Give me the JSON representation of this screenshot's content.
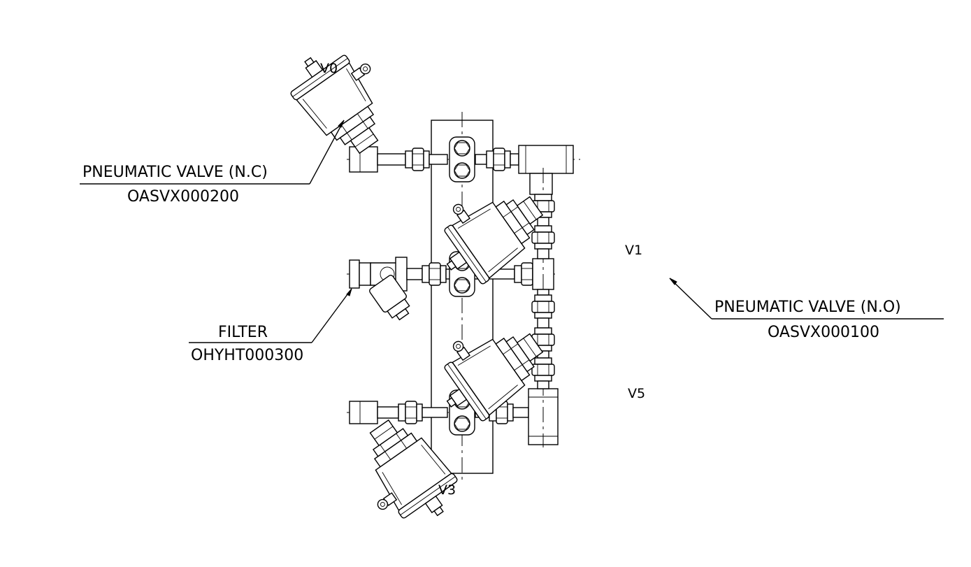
{
  "valves": {
    "v0": "V0",
    "v1": "V1",
    "v3": "V3",
    "v5": "V5"
  },
  "callouts": {
    "nc_valve": {
      "title": "PNEUMATIC VALVE (N.C)",
      "part": "OASVX000200"
    },
    "no_valve": {
      "title": "PNEUMATIC VALVE (N.O)",
      "part": "OASVX000100"
    },
    "filter": {
      "title": "FILTER",
      "part": "OHYHT000300"
    }
  }
}
